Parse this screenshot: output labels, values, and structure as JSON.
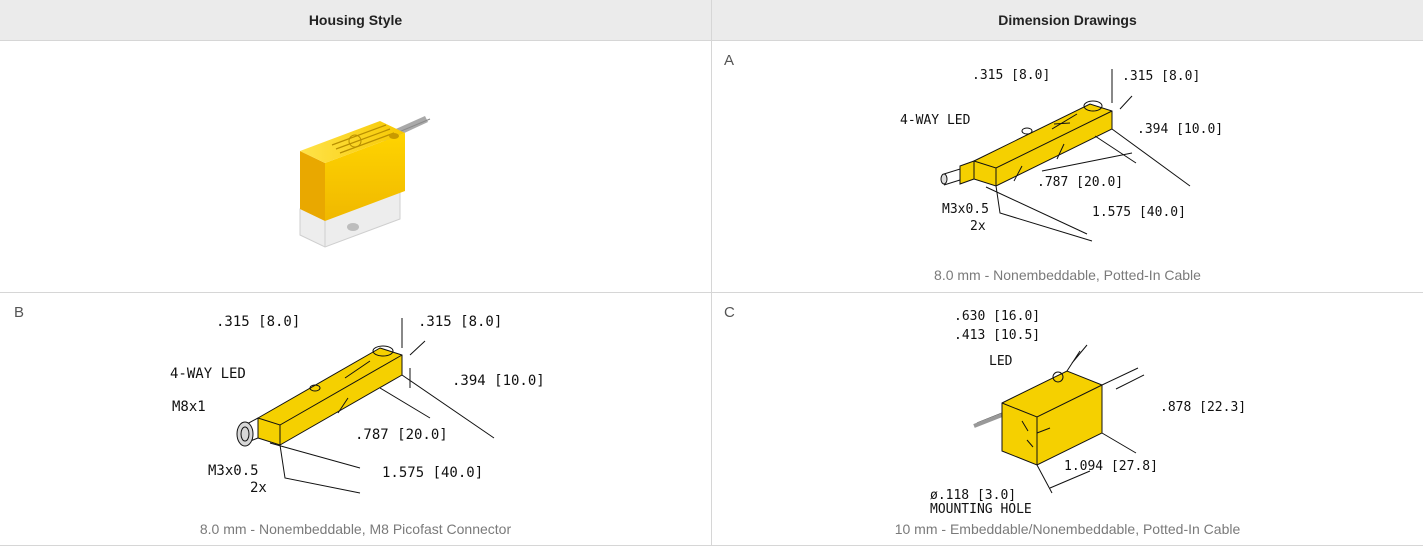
{
  "table": {
    "headers": {
      "housing": "Housing Style",
      "dimensions": "Dimension Drawings"
    }
  },
  "cells": {
    "a": {
      "letter": "A",
      "caption": "8.0 mm - Nonembeddable, Potted-In Cable",
      "labels": {
        "w1": ".315  [8.0]",
        "w2": ".315  [8.0]",
        "led": "4-WAY LED",
        "h": ".394  [10.0]",
        "l1": ".787  [20.0]",
        "thread": "M3x0.5",
        "thread_qty": "2x",
        "l2": "1.575  [40.0]"
      }
    },
    "b": {
      "letter": "B",
      "caption": "8.0 mm - Nonembeddable, M8 Picofast Connector",
      "labels": {
        "w1": ".315  [8.0]",
        "w2": ".315  [8.0]",
        "led": "4-WAY LED",
        "conn": "M8x1",
        "h": ".394  [10.0]",
        "l1": ".787  [20.0]",
        "thread": "M3x0.5",
        "thread_qty": "2x",
        "l2": "1.575  [40.0]"
      }
    },
    "c": {
      "letter": "C",
      "caption": "10 mm - Embeddable/Nonembeddable, Potted-In Cable",
      "labels": {
        "d1": ".630  [16.0]",
        "d2": ".413  [10.5]",
        "led": "LED",
        "h": ".878  [22.3]",
        "l": "1.094  [27.8]",
        "hole": "ø.118  [3.0]",
        "hole2": "MOUNTING HOLE"
      }
    }
  },
  "colors": {
    "sensor_yellow": "#f5d000",
    "header_bg": "#ebebeb",
    "grid": "#d6d6d6"
  }
}
